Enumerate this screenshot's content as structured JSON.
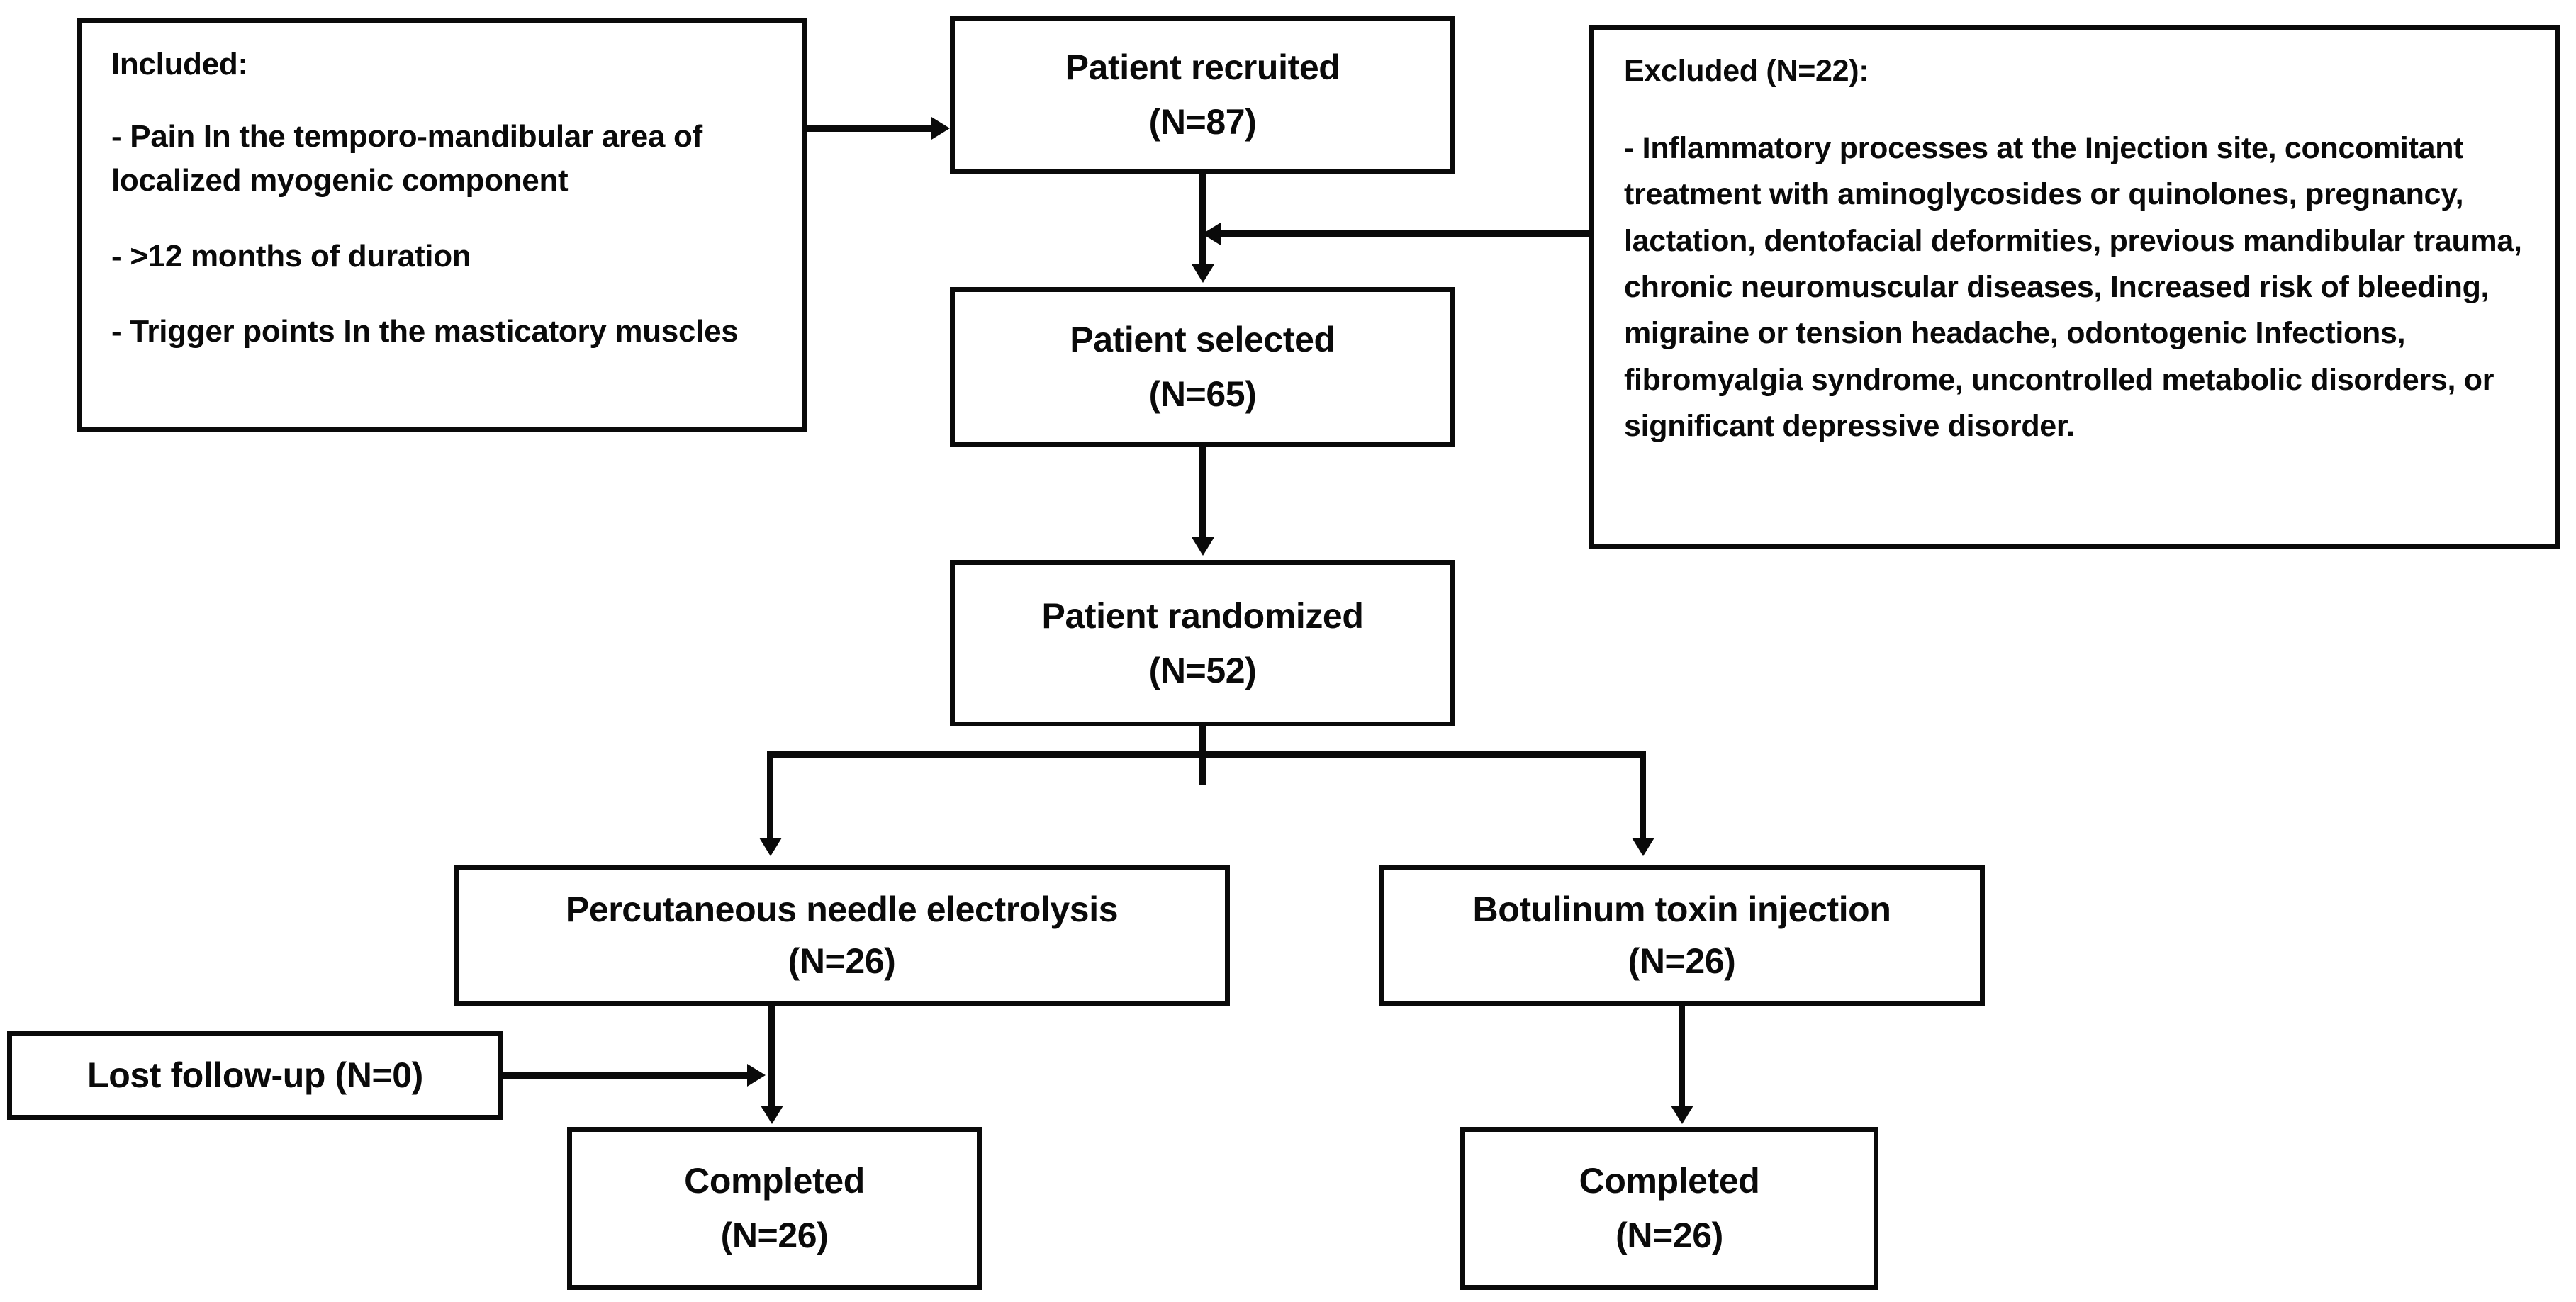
{
  "diagram": {
    "type": "consort-flow-diagram",
    "accent_color": "#0a0a0a",
    "background_color": "#ffffff"
  },
  "inclusion": {
    "heading": "Included:",
    "criteria": [
      "- Pain In the temporo-mandibular area of localized myogenic component",
      "- >12 months of duration",
      "- Trigger points In the masticatory muscles"
    ]
  },
  "exclusion": {
    "heading": "Excluded (N=22):",
    "criteria": [
      "- Inflammatory processes at the Injection site, concomitant treatment with aminoglycosides or quinolones, pregnancy, lactation, dentofacial deformities, previous mandibular trauma, chronic neuromuscular diseases, Increased risk of bleeding, migraine or tension headache, odontogenic Infections, fibromyalgia syndrome, uncontrolled metabolic disorders, or significant depressive disorder."
    ]
  },
  "nodes": {
    "recruited": {
      "label": "Patient recruited",
      "n": "(N=87)"
    },
    "selected": {
      "label": "Patient selected",
      "n": "(N=65)"
    },
    "randomized": {
      "label": "Patient randomized",
      "n": "(N=52)"
    },
    "arm_left": {
      "label": "Percutaneous needle electrolysis",
      "n": "(N=26)"
    },
    "arm_right": {
      "label": "Botulinum toxin injection",
      "n": "(N=26)"
    },
    "completed_left": {
      "label": "Completed",
      "n": "(N=26)"
    },
    "completed_right": {
      "label": "Completed",
      "n": "(N=26)"
    },
    "lost_followup": {
      "label": "Lost follow-up (N=0)"
    }
  }
}
